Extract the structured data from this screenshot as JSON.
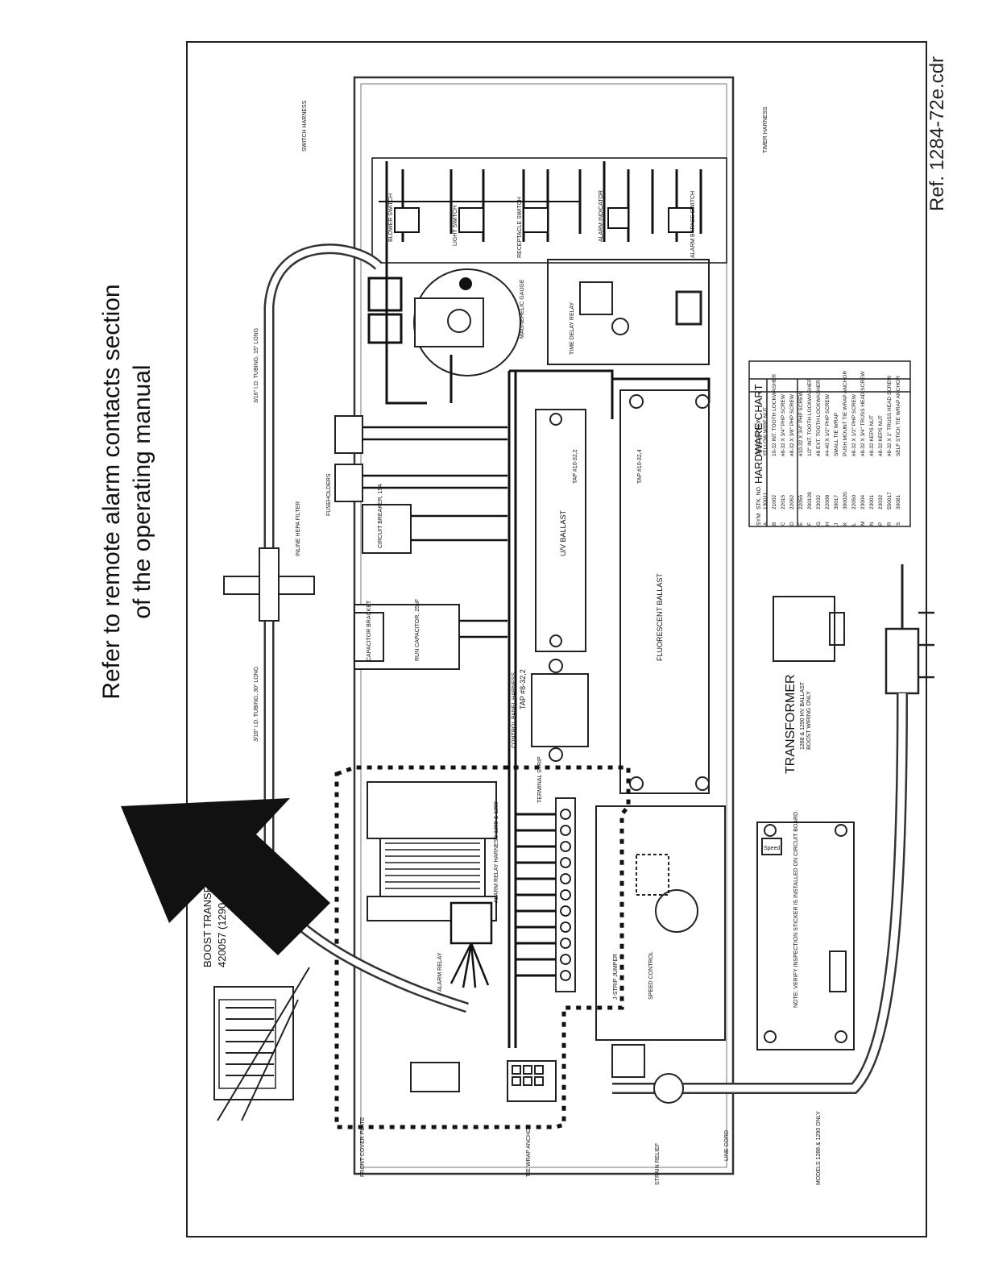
{
  "note": {
    "line1": "Refer to remote alarm contacts section",
    "line2": "of the operating manual"
  },
  "ref": "Ref. 1284-72e.cdr",
  "labels": {
    "boost_transformer": "BOOST TRANSFORMER",
    "boost_transformer_sub": "420057 (1290 ONLY)",
    "transformer": "TRANSFORMER",
    "transformer_sub": "1288 & 1290 HV BALLAST",
    "transformer_sub2": "BOOST WIRING ONLY",
    "hardware_chart": "HARDWARE CHART",
    "switch_harness": "SWITCH HARNESS",
    "timer_harness": "TIMER HARNESS",
    "blower_switch": "BLOWER SWITCH",
    "light_switch": "LIGHT SWITCH",
    "receptacle_switch": "RECEPTACLE SWITCH",
    "alarm_indicator": "ALARM INDICATOR",
    "alarm_bypass_switch": "ALARM BYPASS SWITCH",
    "time_delay_relay": "TIME DELAY RELAY",
    "magnehelic_gauge": "MAGNEHELIC GAUGE",
    "uv_ballast": "U/V BALLAST",
    "fluorescent_ballast": "FLUORESCENT BALLAST",
    "run_capacitor": "RUN CAPACITOR, 25uF",
    "capacitor_bracket": "CAPACITOR BRACKET",
    "circuit_breaker": "CIRCUIT BREAKER, 15A",
    "fuseholders": "FUSEHOLDERS",
    "inline_hepa_filter": "INLINE HEPA FILTER",
    "tubing_top": "3/16\" I.D. TUBING, 15\" LONG",
    "tubing_bottom": "3/16\" I.D. TUBING, 30\" LONG",
    "control_panel_harness": "CONTROL PANEL HARNESS",
    "terminal_strip": "TERMINAL STRIP",
    "speed_control": "SPEED CONTROL",
    "alarm_relay_harness": "ALARM RELAY HARNESS 1288 & 1290",
    "alarm_relay": "ALARM RELAY",
    "line_cord": "LINE CORD",
    "strain_relief": "STRAIN RELIEF",
    "tie_wrap_anchor": "TIE WRAP ANCHOR",
    "front_cover_plate": "FRONT COVER PLATE",
    "models": "MODELS 1288 & 1290 ONLY",
    "speed_button": "Speed",
    "verify_note": "NOTE: VERIFY INSPECTION STICKER IS INSTALLED ON CIRCUIT BOARD.",
    "tap_1": "TAP #8-32,2",
    "tap_2": "TAP #10-32,2",
    "tap_3": "TAP #10-32,4",
    "j_strip": "J-STRIP JUMPER"
  },
  "hardware_chart": {
    "headers": [
      "SYM",
      "STK. NO.",
      "DESCRIPTION"
    ],
    "rows": [
      [
        "A",
        "130011",
        "YELLOW WIRE NUT"
      ],
      [
        "B",
        "21002",
        "10-32 INT. TOOTH LOCKWASHER"
      ],
      [
        "C",
        "22015",
        "#8-32 X 3/4\" PHP SCREW"
      ],
      [
        "D",
        "22052",
        "#8-32 X 3/8\" PHP SCREW"
      ],
      [
        "E",
        "22055",
        "#10-32 X 3/4\" PHP SCREW"
      ],
      [
        "F",
        "290128",
        "1/2\" INT. TOOTH LOCKWASHER"
      ],
      [
        "G",
        "23032",
        "#8 EXT. TOOTH LOCKWASHER"
      ],
      [
        "H",
        "22008",
        "#4-40 X 1/2\" PHP SCREW"
      ],
      [
        "J",
        "30017",
        "SMALL TIE WRAP"
      ],
      [
        "K",
        "300020",
        "PUSH MOUNT TIE WRAP ANCHOR"
      ],
      [
        "L",
        "22050",
        "#8-32 X 1/2\" PHP SCREW"
      ],
      [
        "M",
        "23004",
        "#8-32 X 3/4\" TRUSS HEAD SCREW"
      ],
      [
        "N",
        "23001",
        "#8-32 KEPS NUT"
      ],
      [
        "P",
        "23032",
        "#8-32 KEPS NUT"
      ],
      [
        "R",
        "550017",
        "#8-32 X 1\" TRUSS HEAD SCREW"
      ],
      [
        "S",
        "30081",
        "SELF STICK TIE WRAP ANCHOR"
      ]
    ]
  }
}
